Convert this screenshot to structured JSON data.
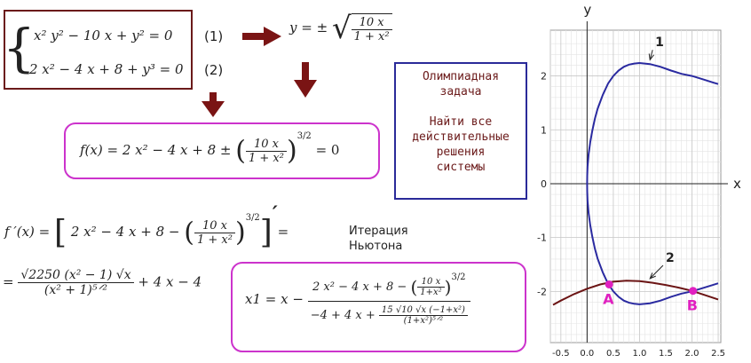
{
  "system": {
    "eq1": "x² y² − 10 x + y² = 0",
    "eq2": "2 x² − 4 x + 8 + y³ = 0",
    "label1": "(1)",
    "label2": "(2)"
  },
  "y_expr": {
    "lhs": "y = ±",
    "num": "10 x",
    "den": "1 + x²"
  },
  "f_expr": {
    "lhs": "f(x) = 2 x² − 4 x + 8",
    "pm": "±",
    "num": "10 x",
    "den": "1 + x²",
    "exp": "3/2",
    "rhs": "= 0"
  },
  "fprime": {
    "lhs": "f ′(x) =",
    "body": "2 x² − 4 x + 8 −",
    "num": "10 x",
    "den": "1 + x²",
    "exp": "3/2",
    "prime": "′",
    "eq": "="
  },
  "fprime_result": {
    "lead": "=",
    "num": "√2250 (x² − 1) √x",
    "den": "(x² + 1)⁵ᐟ²",
    "tail": "+ 4 x − 4"
  },
  "iteration": {
    "line1": "Итерация",
    "line2": "Ньютона"
  },
  "x1_expr": {
    "lhs": "x1 = x −",
    "num_main": "2 x² − 4 x + 8 −",
    "num_fnum": "10 x",
    "num_fden": "1+x²",
    "num_exp": "3/2",
    "den_main": "−4 + 4 x +",
    "den_fnum": "15 √10  √x  (−1+x²)",
    "den_fden": "(1+x²)⁵ᐟ²"
  },
  "task": {
    "line1": "Олимпиадная",
    "line2": "задача",
    "line3": "Найти все",
    "line4": "действительные",
    "line5": "решения",
    "line6": "системы"
  },
  "colors": {
    "arrow": "#7a1414",
    "curve1": "#2a2aa0",
    "curve2": "#6b1414",
    "point": "#e020c0",
    "box_f": "#cc33cc",
    "box_task": "#2a2a99"
  },
  "icons": {
    "arrow_right": "arrow-right-icon",
    "arrow_down": "arrow-down-icon"
  },
  "chart_data": {
    "type": "line",
    "xlabel": "x",
    "ylabel": "y",
    "xlim": [
      -0.7,
      2.55
    ],
    "ylim": [
      -2.95,
      2.85
    ],
    "xticks": [
      -0.5,
      0.0,
      0.5,
      1.0,
      1.5,
      2.0,
      2.5
    ],
    "yticks": [
      -2,
      -1,
      0,
      1,
      2
    ],
    "xtick_labels": [
      "-0.5",
      "0.0",
      "0.5",
      "1.0",
      "1.5",
      "2.0",
      "2.5"
    ],
    "ytick_labels": [
      "-2",
      "-1",
      "0",
      "1",
      "2"
    ],
    "grid": true,
    "series": [
      {
        "name": "1",
        "color": "#2a2aa0",
        "x": [
          0.0,
          0.002,
          0.01,
          0.03,
          0.06,
          0.1,
          0.15,
          0.2,
          0.3,
          0.4,
          0.5,
          0.6,
          0.7,
          0.8,
          0.9,
          1.0,
          1.2,
          1.4,
          1.6,
          1.8,
          2.0,
          2.2,
          2.4,
          2.5
        ],
        "y": [
          0.0,
          0.14,
          0.32,
          0.55,
          0.77,
          0.99,
          1.21,
          1.39,
          1.65,
          1.86,
          2.0,
          2.1,
          2.17,
          2.21,
          2.23,
          2.24,
          2.22,
          2.17,
          2.1,
          2.04,
          2.0,
          1.94,
          1.88,
          1.85
        ]
      },
      {
        "name": "",
        "color": "#2a2aa0",
        "x": [
          0.0,
          0.002,
          0.01,
          0.03,
          0.06,
          0.1,
          0.15,
          0.2,
          0.3,
          0.4,
          0.5,
          0.6,
          0.7,
          0.8,
          0.9,
          1.0,
          1.2,
          1.4,
          1.6,
          1.8,
          2.0,
          2.2,
          2.4,
          2.5
        ],
        "y": [
          0.0,
          -0.14,
          -0.32,
          -0.55,
          -0.77,
          -0.99,
          -1.21,
          -1.39,
          -1.65,
          -1.86,
          -2.0,
          -2.1,
          -2.17,
          -2.21,
          -2.23,
          -2.24,
          -2.22,
          -2.17,
          -2.1,
          -2.04,
          -2.0,
          -1.94,
          -1.88,
          -1.85
        ]
      },
      {
        "name": "2",
        "color": "#6b1414",
        "x": [
          -0.65,
          -0.5,
          -0.25,
          0.0,
          0.25,
          0.5,
          0.75,
          1.0,
          1.25,
          1.5,
          1.75,
          2.0,
          2.25,
          2.5
        ],
        "y": [
          -2.25,
          -2.17,
          -2.05,
          -1.95,
          -1.87,
          -1.82,
          -1.8,
          -1.81,
          -1.84,
          -1.88,
          -1.93,
          -1.99,
          -2.07,
          -2.15
        ]
      }
    ],
    "points": [
      {
        "name": "A",
        "x": 0.42,
        "y": -1.87
      },
      {
        "name": "B",
        "x": 2.02,
        "y": -1.99
      }
    ],
    "annotations": [
      {
        "text": "1",
        "x": 1.3,
        "y": 2.55,
        "ax": 1.2,
        "ay": 2.3
      },
      {
        "text": "2",
        "x": 1.5,
        "y": -1.45,
        "ax": 1.2,
        "ay": -1.76
      }
    ]
  }
}
